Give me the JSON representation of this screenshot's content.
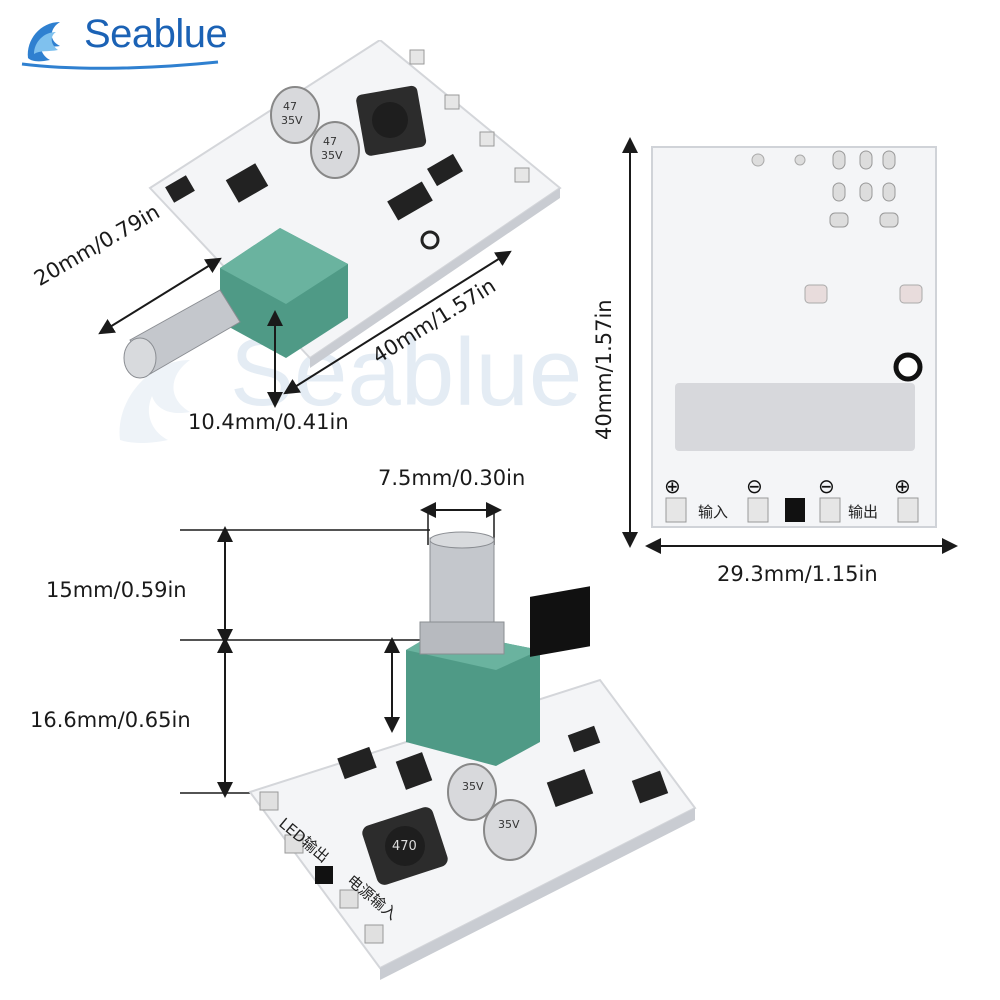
{
  "brand": {
    "name": "Seablue",
    "watermark": "Seablue"
  },
  "dimensions": {
    "top_width": "20mm/0.79in",
    "top_length": "40mm/1.57in",
    "top_height": "10.4mm/0.41in",
    "shaft_diameter": "7.5mm/0.30in",
    "shaft_length": "15mm/0.59in",
    "pot_height": "16.6mm/0.65in",
    "back_height": "40mm/1.57in",
    "back_width": "29.3mm/1.15in"
  },
  "pcb_labels": {
    "input": "输入",
    "output": "输出",
    "power_input": "电源输入",
    "led_output": "LED输出",
    "cap_value": "47",
    "cap_voltage": "35V",
    "inductor": "470"
  },
  "colors": {
    "brand_blue": "#1b62b5",
    "pot_green": "#4f9a86",
    "pcb_white": "#f4f5f7"
  }
}
